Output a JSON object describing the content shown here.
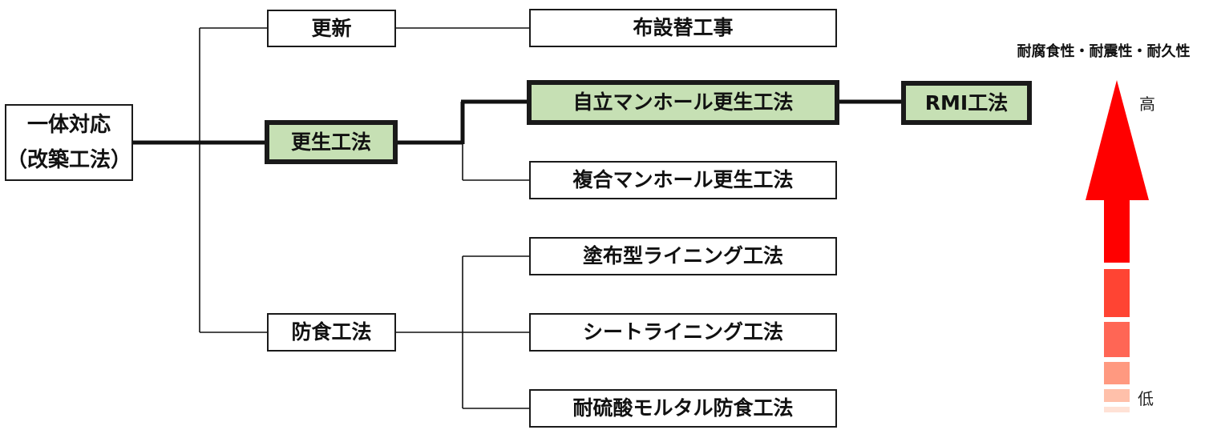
{
  "diagram": {
    "root": {
      "line1": "一体対応",
      "line2": "（改築工法）"
    },
    "level1": {
      "renewal": "更新",
      "rehab": "更生工法",
      "anticorrosion": "防食工法"
    },
    "level2": {
      "cable_laying": "布設替工事",
      "self_standing": "自立マンホール更生工法",
      "composite": "複合マンホール更生工法",
      "coating": "塗布型ライニング工法",
      "sheet": "シートライニング工法",
      "acid_mortar": "耐硫酸モルタル防食工法"
    },
    "level3": {
      "rmi": "RMI工法"
    },
    "highlight_color": "#c6e0b4"
  },
  "scale": {
    "title": "耐腐食性・耐震性・耐久性",
    "high": "高",
    "low": "低",
    "colors": [
      "#ff0000",
      "#ff4433",
      "#ff6655",
      "#ff9980",
      "#ffc0aa",
      "#ffe2d6"
    ]
  }
}
